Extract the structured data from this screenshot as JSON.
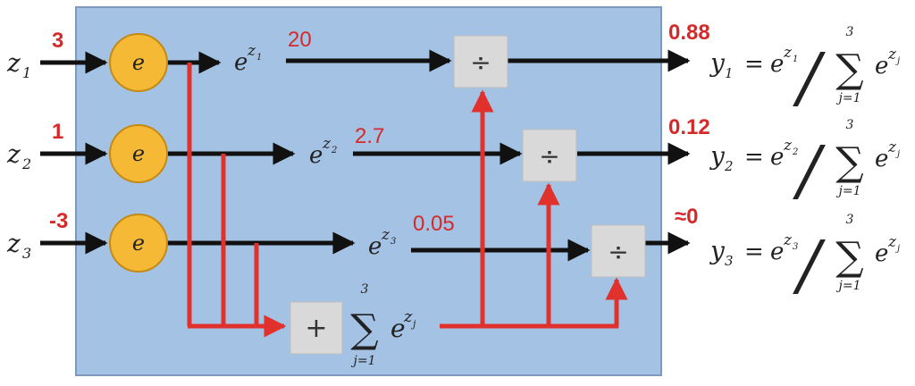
{
  "inputs": [
    {
      "var": "z",
      "sub": "1",
      "value": "3"
    },
    {
      "var": "z",
      "sub": "2",
      "value": "1"
    },
    {
      "var": "z",
      "sub": "3",
      "value": "-3"
    }
  ],
  "exp_node_label": "e",
  "exp_outputs": [
    {
      "base": "e",
      "var": "z",
      "sub": "1",
      "value": "20"
    },
    {
      "base": "e",
      "var": "z",
      "sub": "2",
      "value": "2.7"
    },
    {
      "base": "e",
      "var": "z",
      "sub": "3",
      "value": "0.05"
    }
  ],
  "sum_node": {
    "op": "+",
    "sigma": "∑",
    "upper": "3",
    "lower": "j=1",
    "base": "e",
    "var": "z",
    "sub": "j"
  },
  "divide_op": "÷",
  "outputs": [
    {
      "var": "y",
      "sub": "1",
      "value": "0.88",
      "eq": "=",
      "base": "e",
      "evar": "z",
      "esub": "1",
      "slash": "/",
      "sigma": "∑",
      "upper": "3",
      "lower": "j=1",
      "sbase": "e",
      "svar": "z",
      "ssub": "j"
    },
    {
      "var": "y",
      "sub": "2",
      "value": "0.12",
      "eq": "=",
      "base": "e",
      "evar": "z",
      "esub": "2",
      "slash": "/",
      "sigma": "∑",
      "upper": "3",
      "lower": "j=1",
      "sbase": "e",
      "svar": "z",
      "ssub": "j"
    },
    {
      "var": "y",
      "sub": "3",
      "value": "≈0",
      "eq": "=",
      "base": "e",
      "evar": "z",
      "esub": "3",
      "slash": "/",
      "sigma": "∑",
      "upper": "3",
      "lower": "j=1",
      "sbase": "e",
      "svar": "z",
      "ssub": "j"
    }
  ],
  "colors": {
    "panel": "#a4c2e4",
    "panel_border": "#7f98bd",
    "node_fill": "#f5b935",
    "node_stroke": "#c48a16",
    "op_box": "#d9d9d9",
    "arrow_black": "#111111",
    "arrow_red": "#e0312c",
    "value_red": "#d42a2a"
  }
}
